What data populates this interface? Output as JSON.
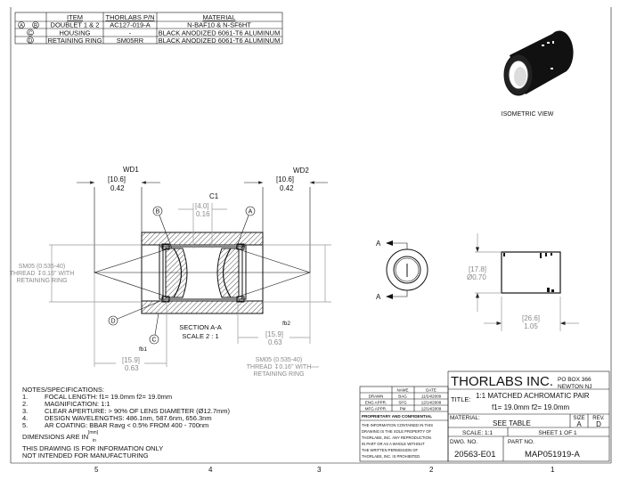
{
  "bom": {
    "headers": [
      "ITEM",
      "THORLABS P/N",
      "MATERIAL"
    ],
    "rows": [
      {
        "balloons": [
          "A",
          "B"
        ],
        "item": "DOUBLET 1 & 2",
        "pn": "AC127-019-A",
        "material": "N-BAF10 & N-SF6HT"
      },
      {
        "balloons": [
          "C"
        ],
        "item": "HOUSING",
        "pn": "-",
        "material": "BLACK ANODIZED 6061-T6 ALUMINUM"
      },
      {
        "balloons": [
          "D"
        ],
        "item": "RETAINING RING",
        "pn": "SM05RR",
        "material": "BLACK ANODIZED 6061-T6 ALUMINUM"
      }
    ]
  },
  "isometric_label": "ISOMETRIC VIEW",
  "section": {
    "title": "SECTION A-A",
    "scale": "SCALE 2 : 1",
    "wd1": {
      "label": "WD1",
      "mm": "[10.6]",
      "in": "0.42"
    },
    "wd2": {
      "label": "WD2",
      "mm": "[10.6]",
      "in": "0.42"
    },
    "c1": {
      "label": "C1",
      "mm": "[4.0]",
      "in": "0.16"
    },
    "fb1": {
      "label": "fb1",
      "mm": "[15.9]",
      "in": "0.63"
    },
    "fb2": {
      "label": "fb2",
      "mm": "[15.9]",
      "in": "0.63"
    },
    "thread_note": [
      "SM05 (0.535-40)",
      "THREAD ↧0.16\" WITH",
      "RETAINING RING"
    ],
    "balloons": [
      "A",
      "B",
      "C",
      "D"
    ]
  },
  "side_view": {
    "section_marker": "A",
    "dia": {
      "mm": "[17.8]",
      "in": "Ø0.70"
    },
    "len": {
      "mm": "[26.6]",
      "in": "1.05"
    }
  },
  "notes": {
    "heading": "NOTES/SPECIFICATIONS:",
    "items": [
      {
        "n": "1.",
        "text": "FOCAL LENGTH: f1= 19.0mm   f2= 19.0mm"
      },
      {
        "n": "2.",
        "text": "MAGNIFICATION:  1:1"
      },
      {
        "n": "3.",
        "text": "CLEAR APERTURE: > 90% OF LENS DIAMETER (Ø12.7mm)"
      },
      {
        "n": "4.",
        "text": "DESIGN WAVELENGTHS: 486.1nm, 587.6nm, 656.3nm"
      },
      {
        "n": "5.",
        "text": "AR COATING: BBAR Ravg < 0.5% FROM 400 - 700nm"
      }
    ],
    "dimensions": "DIMENSIONS ARE IN",
    "dim_unit_top": "[mm]",
    "dim_unit_bottom": "in",
    "disclaimer": [
      "THIS DRAWING IS FOR INFORMATION ONLY",
      "NOT INTENDED FOR MANUFACTURING"
    ]
  },
  "title_block": {
    "company": "THORLABS INC.",
    "address": [
      "PO BOX 366",
      "NEWTON NJ"
    ],
    "title_label": "TITLE:",
    "title": "1:1 MATCHED ACHROMATIC PAIR",
    "subtitle": "f1= 19.0mm  f2= 19.0mm",
    "approvals_headers": [
      "NAME",
      "DATE"
    ],
    "approvals": [
      {
        "role": "DRAWN",
        "name": "BAG",
        "date": "11/24/2009"
      },
      {
        "role": "ENG APPR.",
        "name": "SFG",
        "date": "12/14/2009"
      },
      {
        "role": "MFG APPR.",
        "name": "PM",
        "date": "12/14/2009"
      }
    ],
    "proprietary": "PROPRIETARY AND CONFIDENTIAL",
    "proprietary_text": [
      "THE INFORMATION CONTAINED IN THIS",
      "DRAWING IS THE SOLE PROPERTY OF",
      "THORLABS, INC.  ANY REPRODUCTION",
      "IN PART OR AS A WHOLE WITHOUT",
      "THE WRITTEN PERMISSION OF",
      "THORLABS, INC. IS PROHIBITED."
    ],
    "material_label": "MATERIAL:",
    "material": "SEE TABLE",
    "size_label": "SIZE",
    "size": "A",
    "rev_label": "REV.",
    "rev": "D",
    "scale": "SCALE: 1:1",
    "sheet": "SHEET 1 OF 1",
    "dwg_label": "DWG. NO.",
    "dwg": "20563-E01",
    "part_label": "PART NO.",
    "part": "MAP051919-A"
  },
  "zones": [
    "5",
    "4",
    "3",
    "2",
    "1"
  ]
}
